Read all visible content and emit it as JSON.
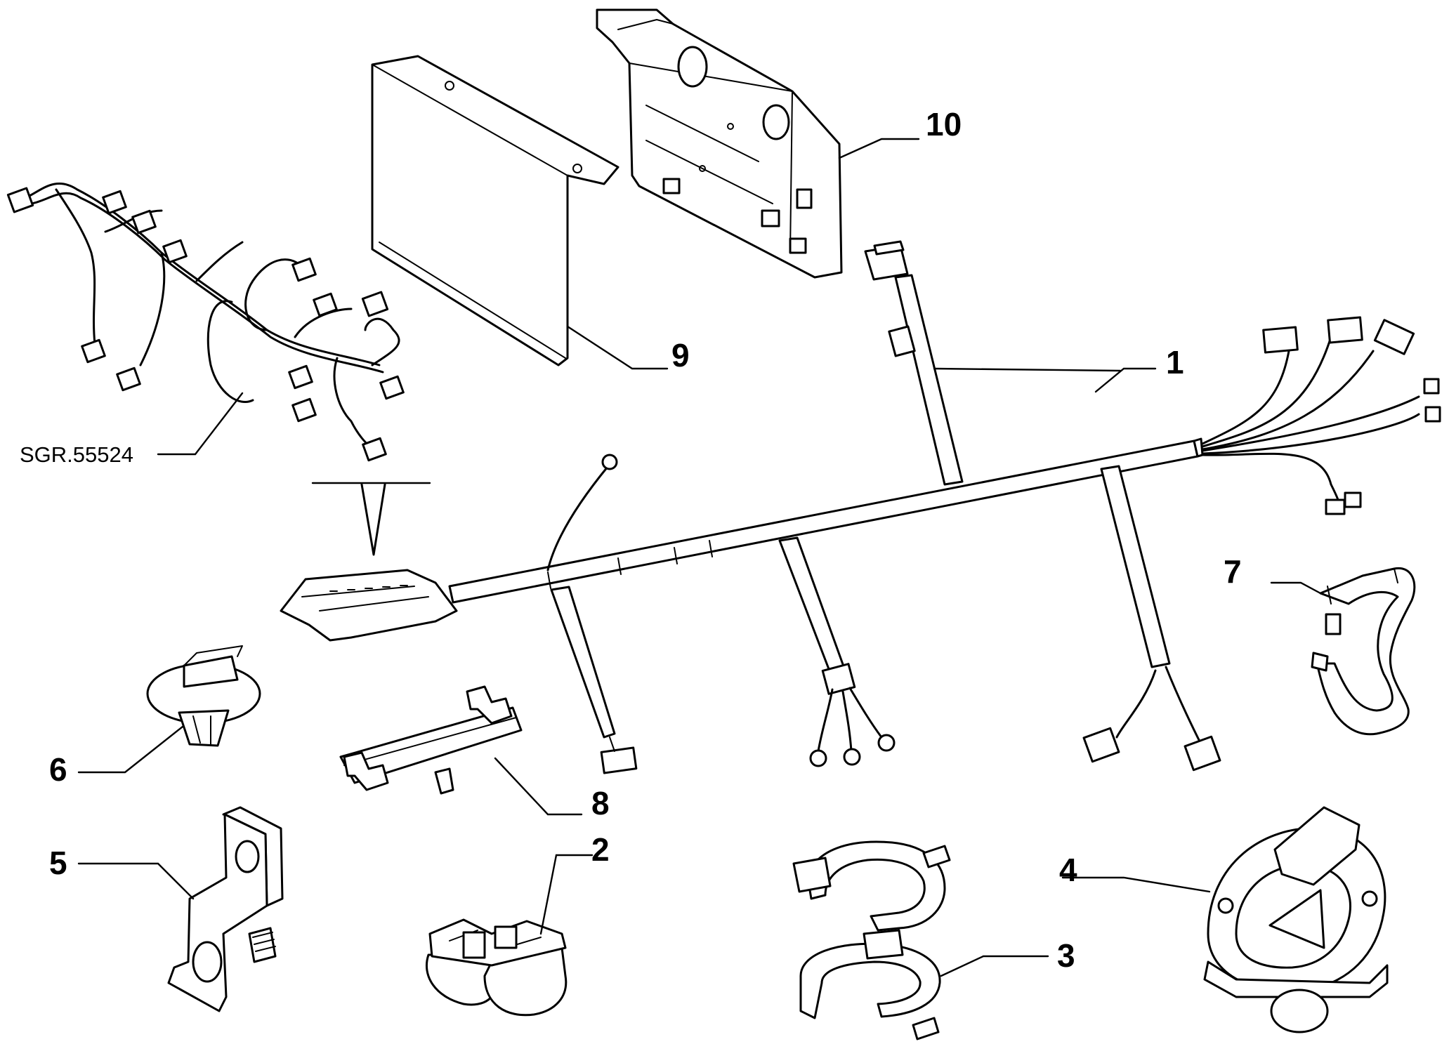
{
  "callouts": [
    {
      "id": "c1",
      "label": "1",
      "part": "main-wiring-harness"
    },
    {
      "id": "c2",
      "label": "2",
      "part": "double-cable-clip"
    },
    {
      "id": "c3",
      "label": "3",
      "part": "cable-strap-clip"
    },
    {
      "id": "c4",
      "label": "4",
      "part": "round-cable-retainer"
    },
    {
      "id": "c5",
      "label": "5",
      "part": "mounting-bracket"
    },
    {
      "id": "c6",
      "label": "6",
      "part": "push-fastener"
    },
    {
      "id": "c7",
      "label": "7",
      "part": "open-clip"
    },
    {
      "id": "c8",
      "label": "8",
      "part": "harness-support-bar"
    },
    {
      "id": "c9",
      "label": "9",
      "part": "cover-plate"
    },
    {
      "id": "c10",
      "label": "10",
      "part": "control-unit-bracket"
    }
  ],
  "reference": {
    "label": "SGR.55524",
    "part": "sub-harness"
  },
  "colors": {
    "line": "#000000",
    "background": "#ffffff"
  }
}
